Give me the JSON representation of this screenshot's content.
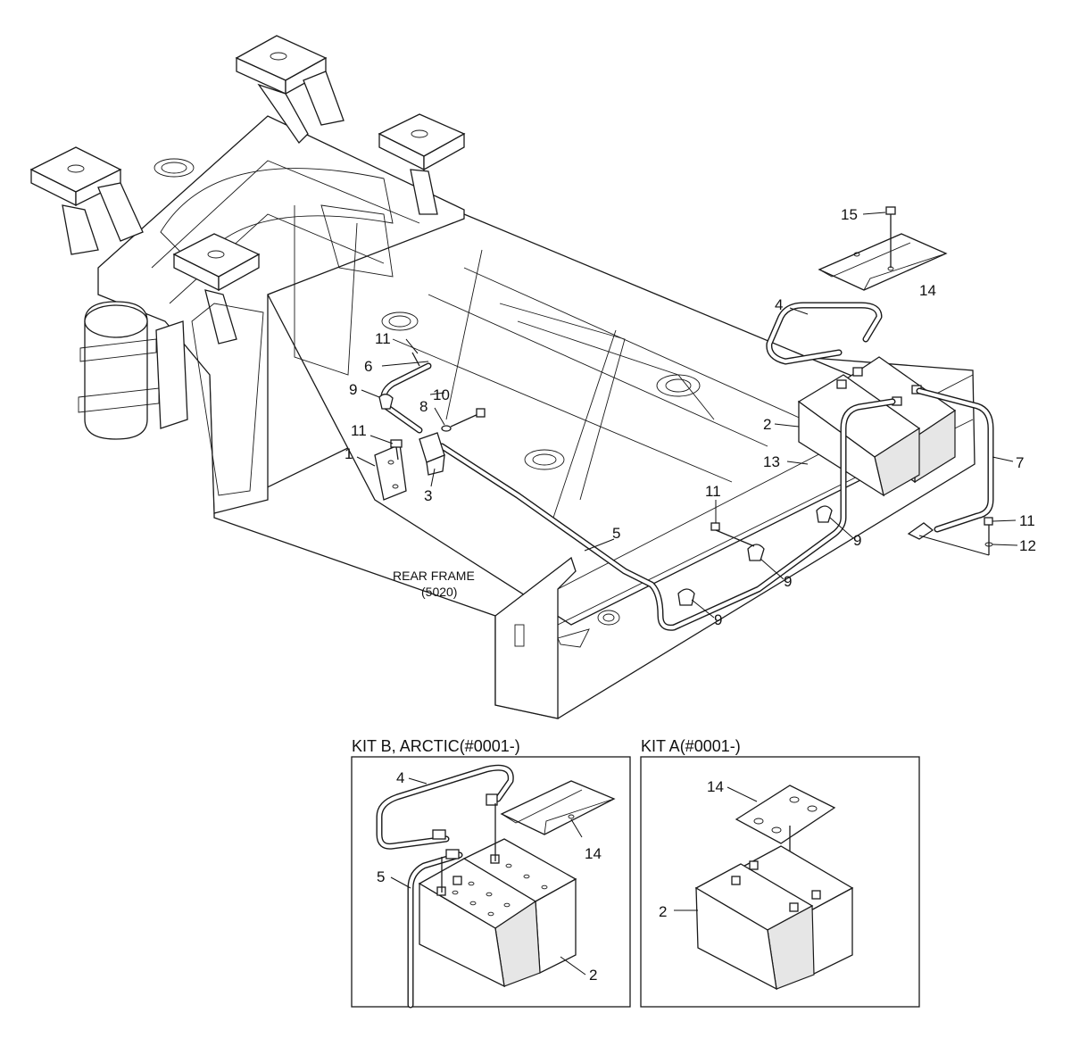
{
  "diagram": {
    "main_labels": [
      {
        "id": "15",
        "text": "15"
      },
      {
        "id": "14",
        "text": "14"
      },
      {
        "id": "4",
        "text": "4"
      },
      {
        "id": "11a",
        "text": "11"
      },
      {
        "id": "6",
        "text": "6"
      },
      {
        "id": "9a",
        "text": "9"
      },
      {
        "id": "10",
        "text": "10"
      },
      {
        "id": "8",
        "text": "8"
      },
      {
        "id": "11b",
        "text": "11"
      },
      {
        "id": "1",
        "text": "1"
      },
      {
        "id": "3",
        "text": "3"
      },
      {
        "id": "2",
        "text": "2"
      },
      {
        "id": "13",
        "text": "13"
      },
      {
        "id": "7",
        "text": "7"
      },
      {
        "id": "11c",
        "text": "11"
      },
      {
        "id": "11d",
        "text": "11"
      },
      {
        "id": "12",
        "text": "12"
      },
      {
        "id": "9b",
        "text": "9"
      },
      {
        "id": "5",
        "text": "5"
      },
      {
        "id": "9c",
        "text": "9"
      },
      {
        "id": "9d",
        "text": "9"
      }
    ],
    "frame_note": {
      "line1": "REAR FRAME",
      "line2": "(5020)"
    },
    "kit_b": {
      "title": "KIT B, ARCTIC(#0001-)",
      "labels": [
        {
          "id": "4",
          "text": "4"
        },
        {
          "id": "14",
          "text": "14"
        },
        {
          "id": "5",
          "text": "5"
        },
        {
          "id": "2",
          "text": "2"
        }
      ]
    },
    "kit_a": {
      "title": "KIT A(#0001-)",
      "labels": [
        {
          "id": "14",
          "text": "14"
        },
        {
          "id": "2",
          "text": "2"
        }
      ]
    }
  }
}
